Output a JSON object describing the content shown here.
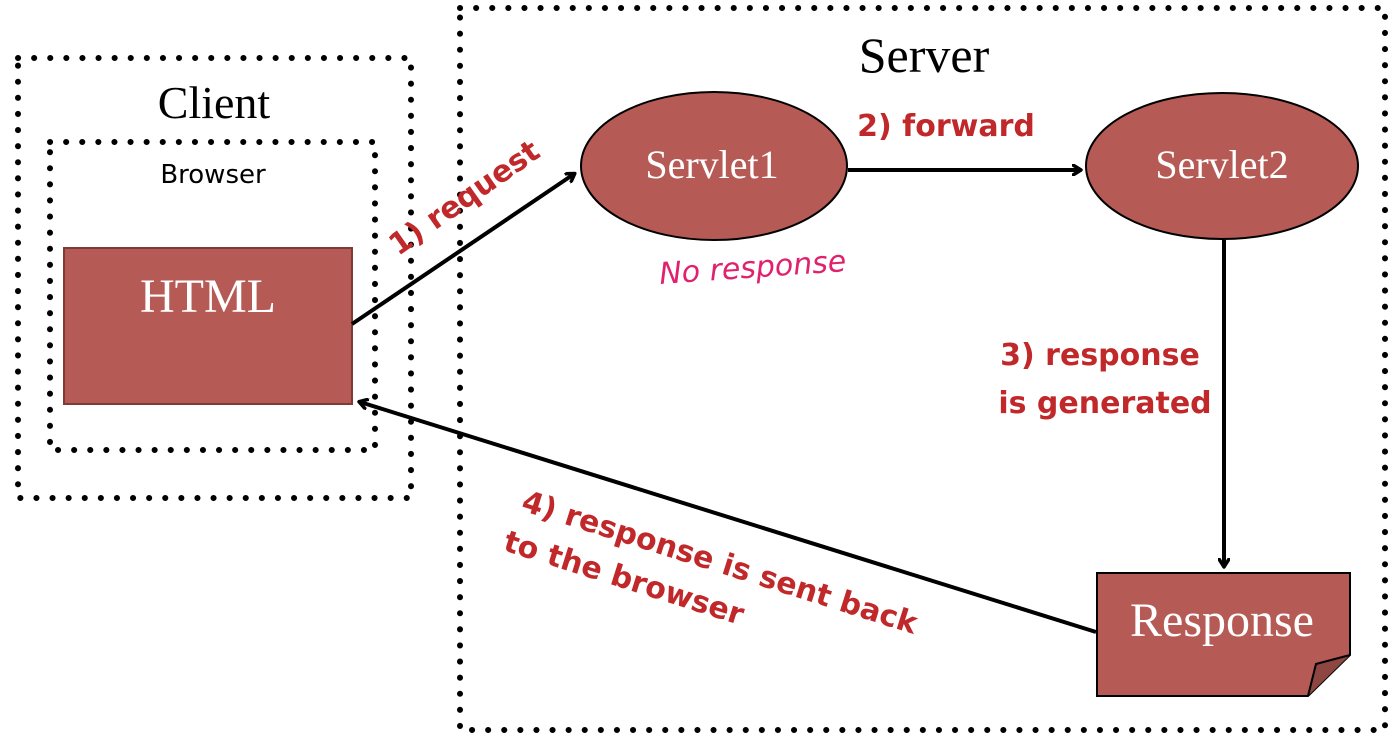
{
  "regions": {
    "server_label": "Server",
    "client_label": "Client",
    "browser_label": "Browser"
  },
  "nodes": {
    "html": "HTML",
    "servlet1": "Servlet1",
    "servlet2": "Servlet2",
    "response": "Response"
  },
  "steps": {
    "request": "1) request",
    "forward": "2) forward",
    "generated_line1": "3) response",
    "generated_line2": "is generated",
    "sent_back_line1": "4) response is sent back",
    "sent_back_line2": "to the browser"
  },
  "annotation": {
    "handwritten": "No response"
  },
  "colors": {
    "node_fill": "#b55a55",
    "node_stroke": "#7f3a36",
    "label_red": "#c0282a",
    "handwriting": "#e0226e",
    "arrow": "#000000"
  }
}
